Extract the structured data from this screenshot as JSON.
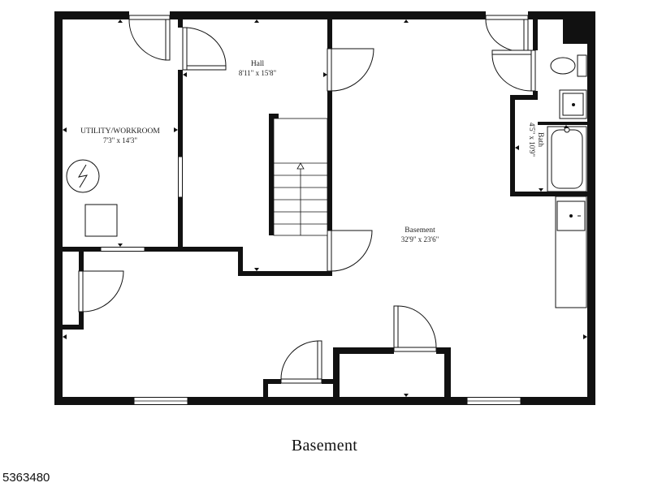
{
  "plan": {
    "floor_title": "Basement",
    "listing_id": "5363480",
    "wall_color": "#111111",
    "rooms": [
      {
        "name": "UTILITY/WORKROOM",
        "dims": "7'3\" x 14'3\""
      },
      {
        "name": "Hall",
        "dims": "8'11\" x 15'8\""
      },
      {
        "name": "Basement",
        "dims": "32'9\" x 23'6\""
      },
      {
        "name": "Bath",
        "dims": "4'5\" x 10'9\""
      }
    ],
    "icons": [
      "water-heater-icon",
      "furnace-icon",
      "toilet-icon",
      "sink-icon",
      "bathtub-icon",
      "stairs-icon",
      "door-icon",
      "window-icon"
    ]
  }
}
